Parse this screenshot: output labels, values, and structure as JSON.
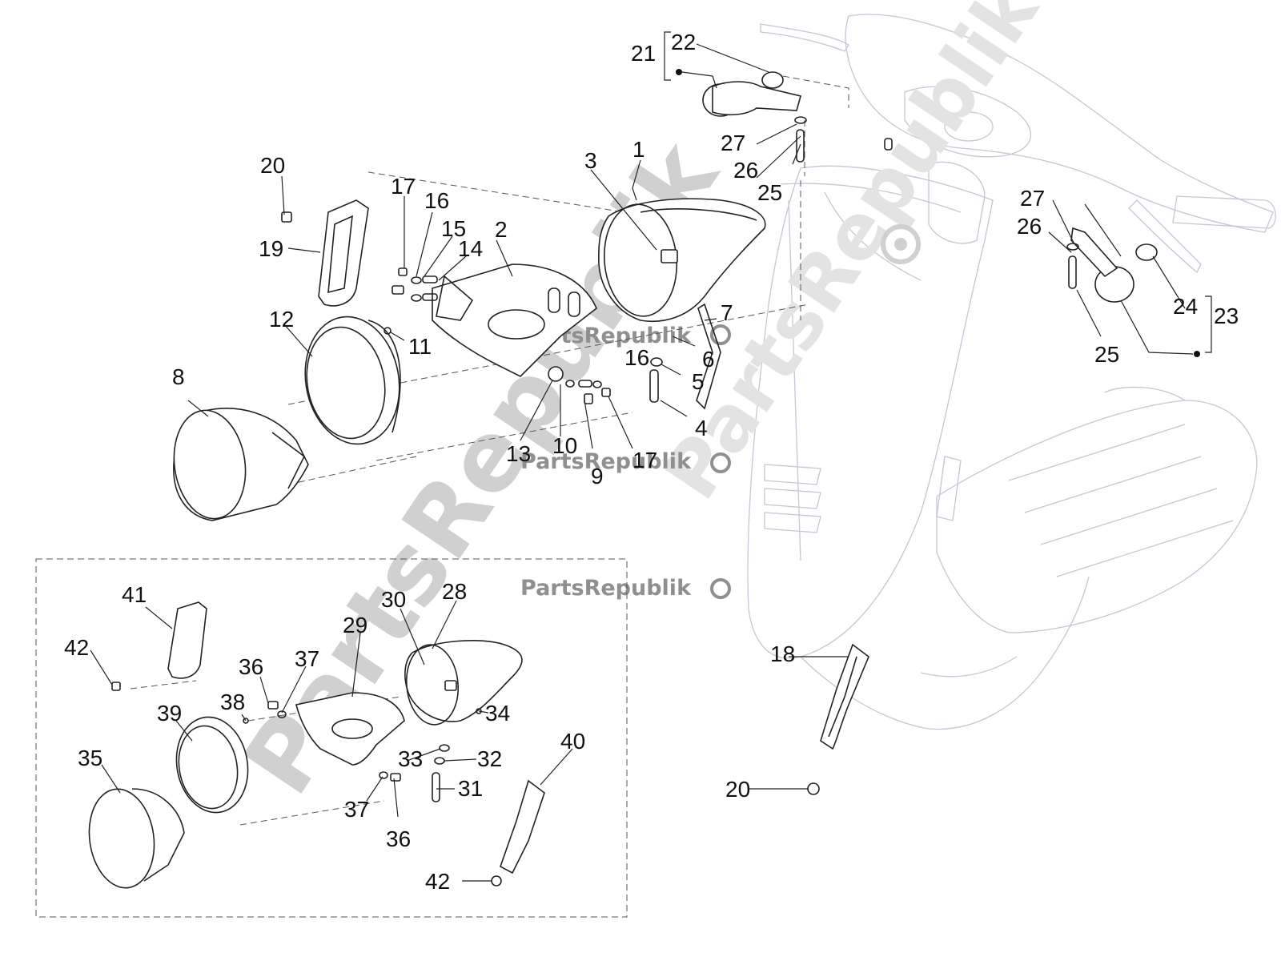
{
  "diagram": {
    "callouts": [
      "1",
      "2",
      "3",
      "4",
      "5",
      "6",
      "7",
      "8",
      "9",
      "10",
      "11",
      "12",
      "13",
      "14",
      "15",
      "16",
      "16",
      "17",
      "17",
      "18",
      "19",
      "20",
      "20",
      "21",
      "22",
      "23",
      "24",
      "25",
      "25",
      "26",
      "26",
      "27",
      "27",
      "28",
      "29",
      "30",
      "31",
      "32",
      "33",
      "34",
      "35",
      "36",
      "36",
      "37",
      "37",
      "38",
      "39",
      "40",
      "41",
      "42",
      "42"
    ],
    "watermark": {
      "small": [
        "PartsRepublik",
        "PartsRepublik",
        "PartsRepublik"
      ],
      "large": [
        "PartsRepublik",
        "PartsRepublik"
      ]
    },
    "colors": {
      "ink": "#222222",
      "ghost": "#c4c6d6",
      "watermark": "#d0d0d0"
    }
  }
}
